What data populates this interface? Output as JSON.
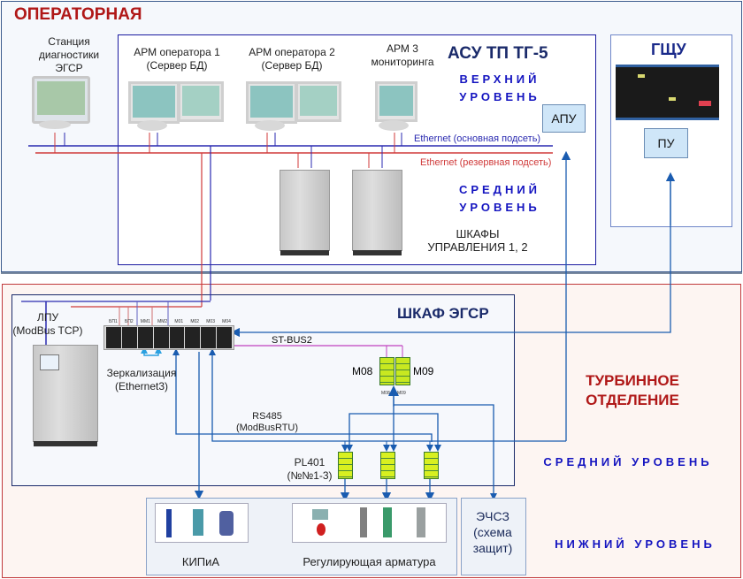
{
  "zones": {
    "operator_room": "ОПЕРАТОРНАЯ",
    "turbine_hall": "ТУРБИННОЕ ОТДЕЛЕНИЕ"
  },
  "asu": {
    "title": "АСУ ТП ТГ-5",
    "upper_level": [
      "ВЕРХНИЙ",
      "УРОВЕНЬ"
    ],
    "middle_level": [
      "СРЕДНИЙ",
      "УРОВЕНЬ"
    ],
    "apu": "АПУ",
    "cabinets_label": [
      "ШКАФЫ",
      "УПРАВЛЕНИЯ 1, 2"
    ]
  },
  "workstations": [
    {
      "lines": [
        "Станция",
        "диагностики",
        "ЭГСР"
      ]
    },
    {
      "lines": [
        "АРМ оператора 1",
        "(Сервер БД)"
      ]
    },
    {
      "lines": [
        "АРМ оператора 2",
        "(Сервер БД)"
      ]
    },
    {
      "lines": [
        "АРМ 3",
        "мониторинга"
      ]
    }
  ],
  "networks": {
    "main": "Ethernet (основная подсеть)",
    "reserve": "Ethernet (резервная подсеть)",
    "main_color": "#2a2ab0",
    "reserve_color": "#d03a3a"
  },
  "gshu": {
    "title": "ГЩУ",
    "pu": "ПУ"
  },
  "egsr": {
    "title": "ШКАФ ЭГСР",
    "lpu": [
      "ЛПУ",
      "(ModBus TCP)"
    ],
    "modules": [
      "БП1",
      "БП2",
      "ММ1",
      "ММ2",
      "М01",
      "М02",
      "М03",
      "М04"
    ],
    "mirroring": [
      "Зеркализация",
      "(Ethernet3)"
    ],
    "st_bus": "ST-BUS2",
    "m08": "М08",
    "m09": "М09",
    "m08_small": "М08",
    "m09_small": "М09",
    "rs485": [
      "RS485",
      "(ModBusRTU)"
    ],
    "pl401": [
      "PL401",
      "(№№1-3)"
    ]
  },
  "levels": {
    "middle": "СРЕДНИЙ УРОВЕНЬ",
    "lower": "НИЖНИЙ УРОВЕНЬ"
  },
  "field": {
    "kipia": "КИПиА",
    "valves": "Регулирующая арматура",
    "echsz": [
      "ЭЧСЗ",
      "(схема",
      "защит)"
    ]
  }
}
